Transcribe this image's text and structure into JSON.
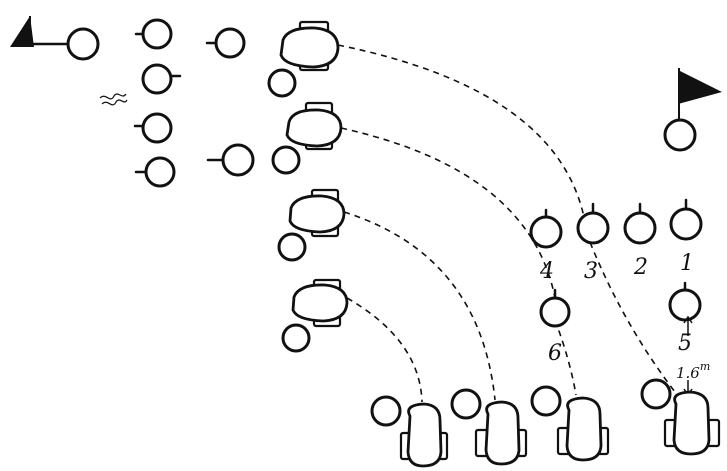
{
  "diagram": {
    "position_labels": [
      "1",
      "2",
      "3",
      "4",
      "5",
      "6"
    ],
    "distance_label": {
      "value": "1.6",
      "unit": "m"
    },
    "flags": {
      "left": "black-pennant-flag",
      "right": "black-pennant-flag"
    },
    "icons": [
      "person-circle",
      "drummer",
      "black-pennant-flag",
      "dashed-movement-path"
    ]
  }
}
